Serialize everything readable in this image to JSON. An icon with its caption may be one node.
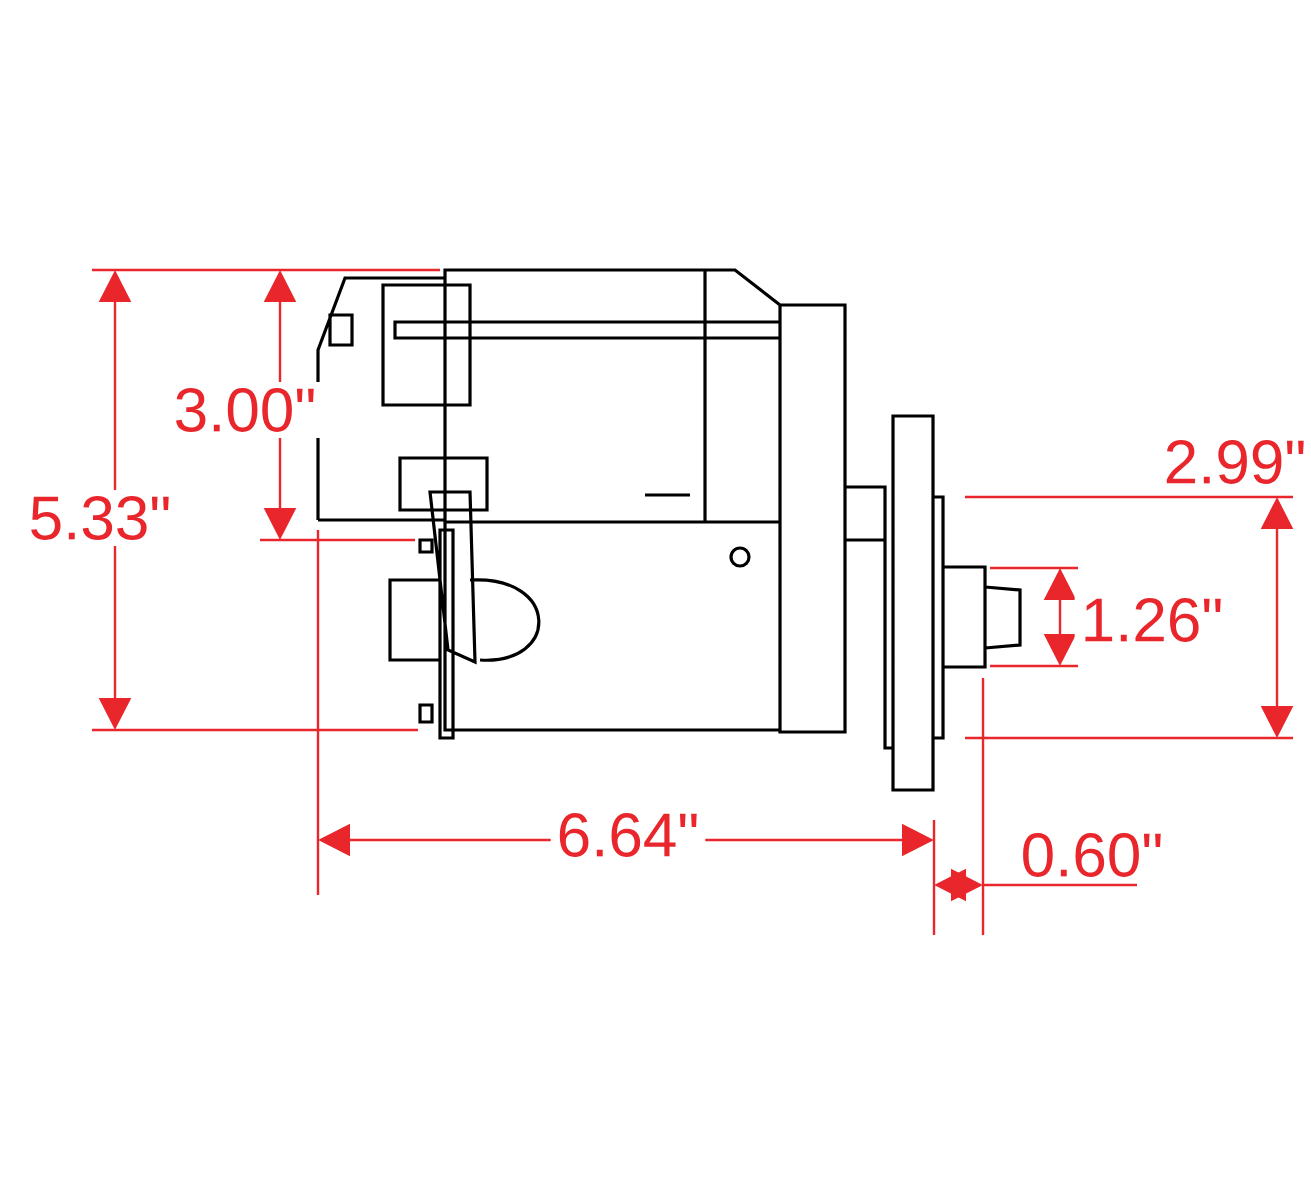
{
  "diagram": {
    "labels": [
      "3.00\"",
      "2.99\"",
      "5.33\"",
      "1.26\"",
      "6.64\"",
      "0.60\""
    ]
  }
}
